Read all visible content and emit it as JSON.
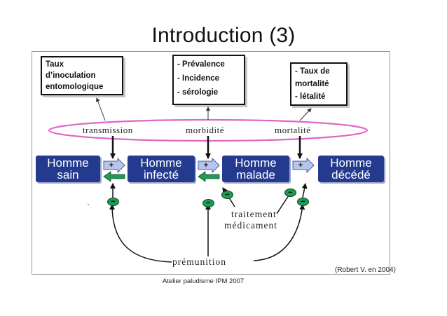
{
  "title": "Introduction (3)",
  "boxes": {
    "inoculation": [
      "Taux",
      "d’inoculation",
      "entomologique"
    ],
    "morbidity": [
      "- Prévalence",
      "- Incidence",
      "- sérologie"
    ],
    "mortality": [
      "- Taux de",
      "mortalité",
      "- létalité"
    ]
  },
  "indicators": {
    "transmission": "transmission",
    "morbidite": "morbidité",
    "mortalite": "mortalité"
  },
  "states": {
    "sain": [
      "Homme",
      "sain"
    ],
    "infecte": [
      "Homme",
      "infecté"
    ],
    "malade": [
      "Homme",
      "malade"
    ],
    "decede": [
      "Homme",
      "décédé"
    ]
  },
  "signs": {
    "plus": "+",
    "minus": "−"
  },
  "treatment": [
    "traitement",
    "médicament"
  ],
  "premunition": "prémunition",
  "citation": "(Robert V. en 2004)",
  "footer": "Atelier paludisme  IPM 2007",
  "colors": {
    "state_fill": "#233a8f",
    "ellipse_stroke": "#e066c8",
    "forward_arrow": "#b8c4ec",
    "backward_arrow": "#1f9a55",
    "minus_sign": "#1f9a55"
  }
}
